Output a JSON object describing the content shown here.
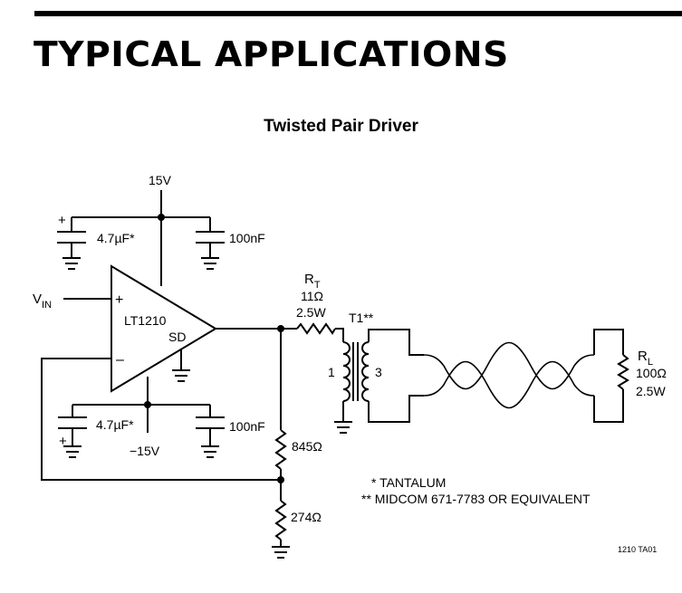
{
  "section_title": "TYPICAL APPLICATIONS",
  "diagram_title": "Twisted Pair Driver",
  "supply": {
    "positive": "15V",
    "negative": "−15V"
  },
  "opamp": {
    "part": "LT1210",
    "shutdown_pin": "SD",
    "plus": "+",
    "minus": "–"
  },
  "input": {
    "label": "V",
    "sub": "IN"
  },
  "capacitors": {
    "top_tantalum": "4.7µF*",
    "top_ceramic": "100nF",
    "bottom_tantalum": "4.7µF*",
    "bottom_ceramic": "100nF",
    "polarity": "+"
  },
  "series_resistor": {
    "label": "R",
    "sub": "T",
    "value": "11Ω",
    "power": "2.5W"
  },
  "transformer": {
    "label": "T1**",
    "primary_turns": "1",
    "secondary_turns": "3"
  },
  "load": {
    "label": "R",
    "sub": "L",
    "value": "100Ω",
    "power": "2.5W"
  },
  "feedback": {
    "r1": "845Ω",
    "r2": "274Ω"
  },
  "notes": [
    "* TANTALUM",
    "** MIDCOM 671-7783 OR EQUIVALENT"
  ],
  "figure_code": "1210 TA01"
}
